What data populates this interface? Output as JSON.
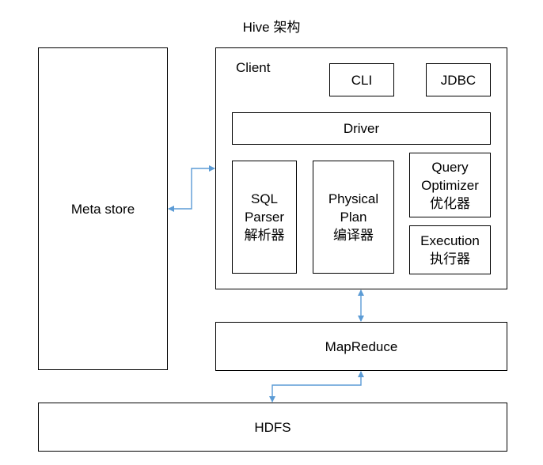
{
  "title": "Hive 架构",
  "meta_store": "Meta store",
  "client": {
    "label": "Client",
    "cli": "CLI",
    "jdbc": "JDBC",
    "driver": "Driver",
    "sql_parser": [
      "SQL",
      "Parser",
      "解析器"
    ],
    "physical_plan": [
      "Physical",
      "Plan",
      "编译器"
    ],
    "query_optimizer": [
      "Query",
      "Optimizer",
      "优化器"
    ],
    "execution": [
      "Execution",
      "执行器"
    ]
  },
  "mapreduce": "MapReduce",
  "hdfs": "HDFS",
  "colors": {
    "arrow": "#5b9bd5",
    "border": "#000000"
  }
}
